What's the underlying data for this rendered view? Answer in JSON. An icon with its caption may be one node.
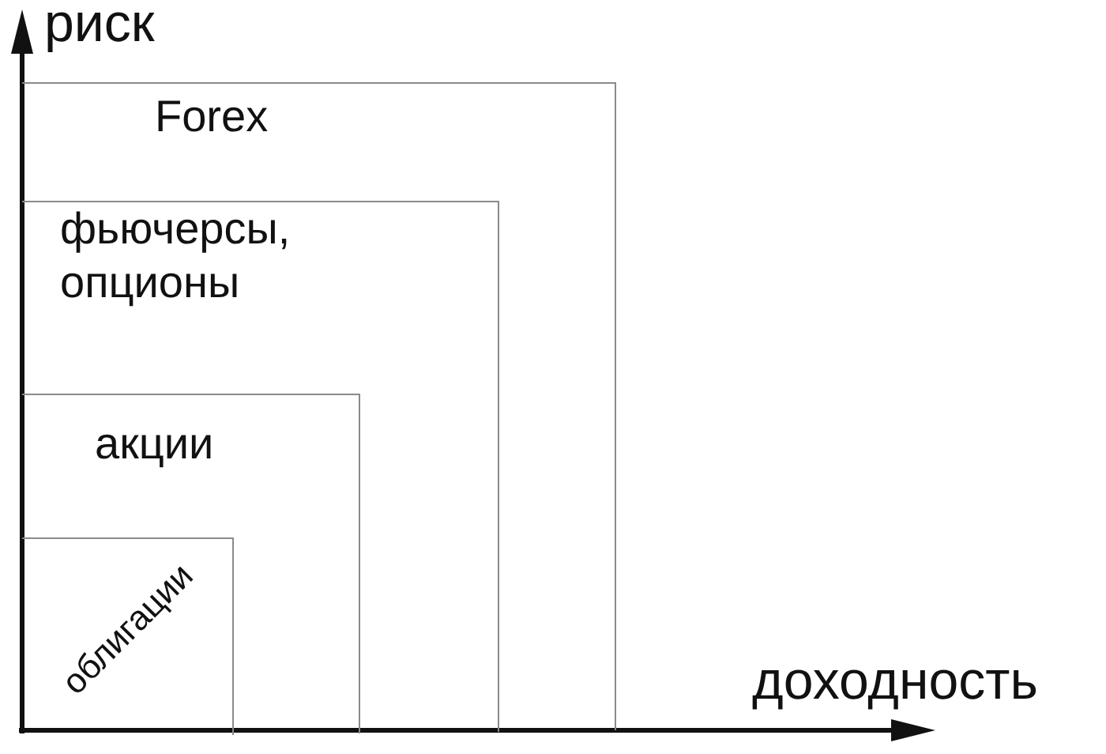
{
  "diagram": {
    "nodes": [
      {
        "text": [
          "Forex"
        ]
      },
      {
        "text": [
          "фьючерсы, опционы"
        ],
        "in": 0
      },
      {
        "text": [
          "акции"
        ],
        "in": 1
      },
      {
        "text": [
          "облигации"
        ],
        "in": 2
      }
    ],
    "labels": [
      "риск",
      "доходность"
    ]
  }
}
